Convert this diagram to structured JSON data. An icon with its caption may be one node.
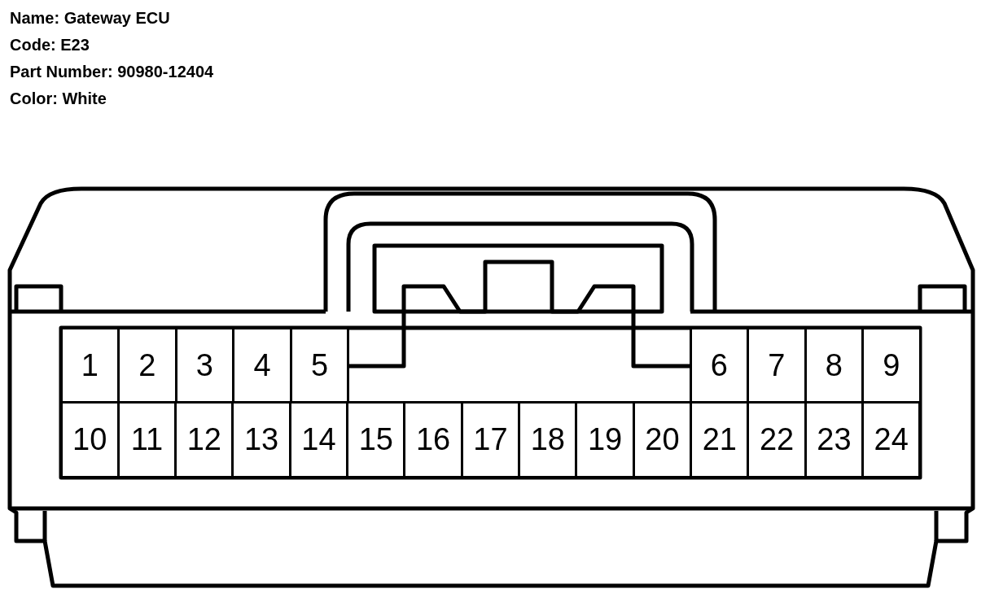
{
  "diagram": {
    "labels": [
      "Name: Gateway ECU",
      "Code: E23",
      "Part Number: 90980-12404",
      "Color: White",
      "1",
      "2",
      "3",
      "4",
      "5",
      "6",
      "7",
      "8",
      "9",
      "10",
      "11",
      "12",
      "13",
      "14",
      "15",
      "16",
      "17",
      "18",
      "19",
      "20",
      "21",
      "22",
      "23",
      "24"
    ]
  }
}
